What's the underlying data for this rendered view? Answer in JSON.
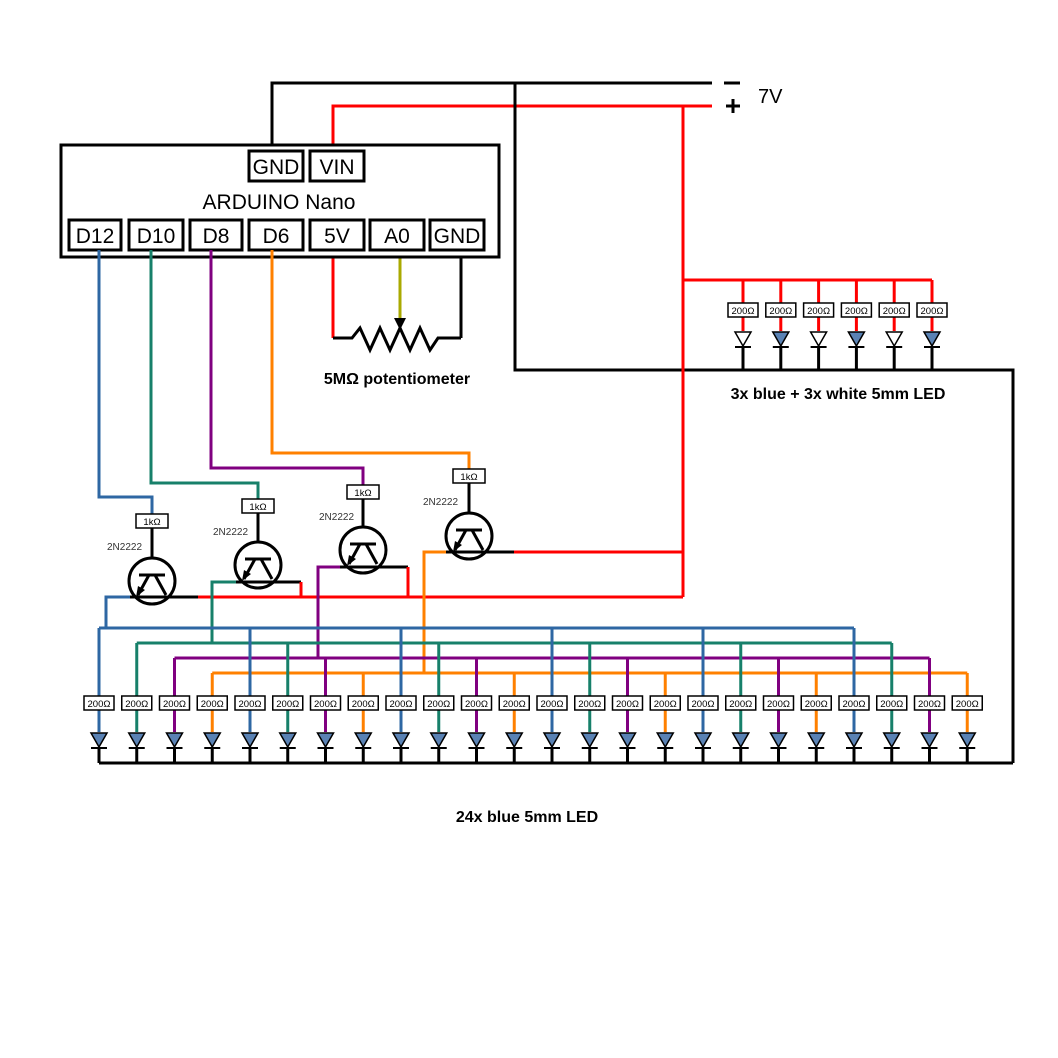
{
  "colors": {
    "wire_black": "#000000",
    "wire_red": "#ff0000",
    "wire_blue": "#2e67a3",
    "wire_green": "#17806a",
    "wire_purple": "#800080",
    "wire_orange": "#ff8000",
    "wire_olive": "#aaaa00",
    "led_blue_fill": "#5a82b4",
    "led_white_fill": "#ffffff"
  },
  "power_supply": {
    "voltage_label": "7V",
    "minus_symbol": "−",
    "plus_symbol": "+"
  },
  "arduino": {
    "title": "ARDUINO Nano",
    "top_pins": [
      "GND",
      "VIN"
    ],
    "bottom_pins": [
      "D12",
      "D10",
      "D8",
      "D6",
      "5V",
      "A0",
      "GND"
    ]
  },
  "potentiometer": {
    "label": "5MΩ potentiometer"
  },
  "transistors": [
    {
      "model": "2N2222",
      "base_resistor": "1kΩ",
      "driven_by": "D12",
      "color": "blue"
    },
    {
      "model": "2N2222",
      "base_resistor": "1kΩ",
      "driven_by": "D10",
      "color": "green"
    },
    {
      "model": "2N2222",
      "base_resistor": "1kΩ",
      "driven_by": "D8",
      "color": "purple"
    },
    {
      "model": "2N2222",
      "base_resistor": "1kΩ",
      "driven_by": "D6",
      "color": "orange"
    }
  ],
  "indicator_leds": {
    "caption": "3x blue + 3x white 5mm LED",
    "resistor_label": "200Ω",
    "leds": [
      "white",
      "blue",
      "white",
      "blue",
      "white",
      "blue"
    ]
  },
  "led_array": {
    "caption": "24x blue 5mm LED",
    "resistor_label": "200Ω",
    "count": 24,
    "channel_cycle": [
      "blue",
      "green",
      "purple",
      "orange"
    ]
  }
}
